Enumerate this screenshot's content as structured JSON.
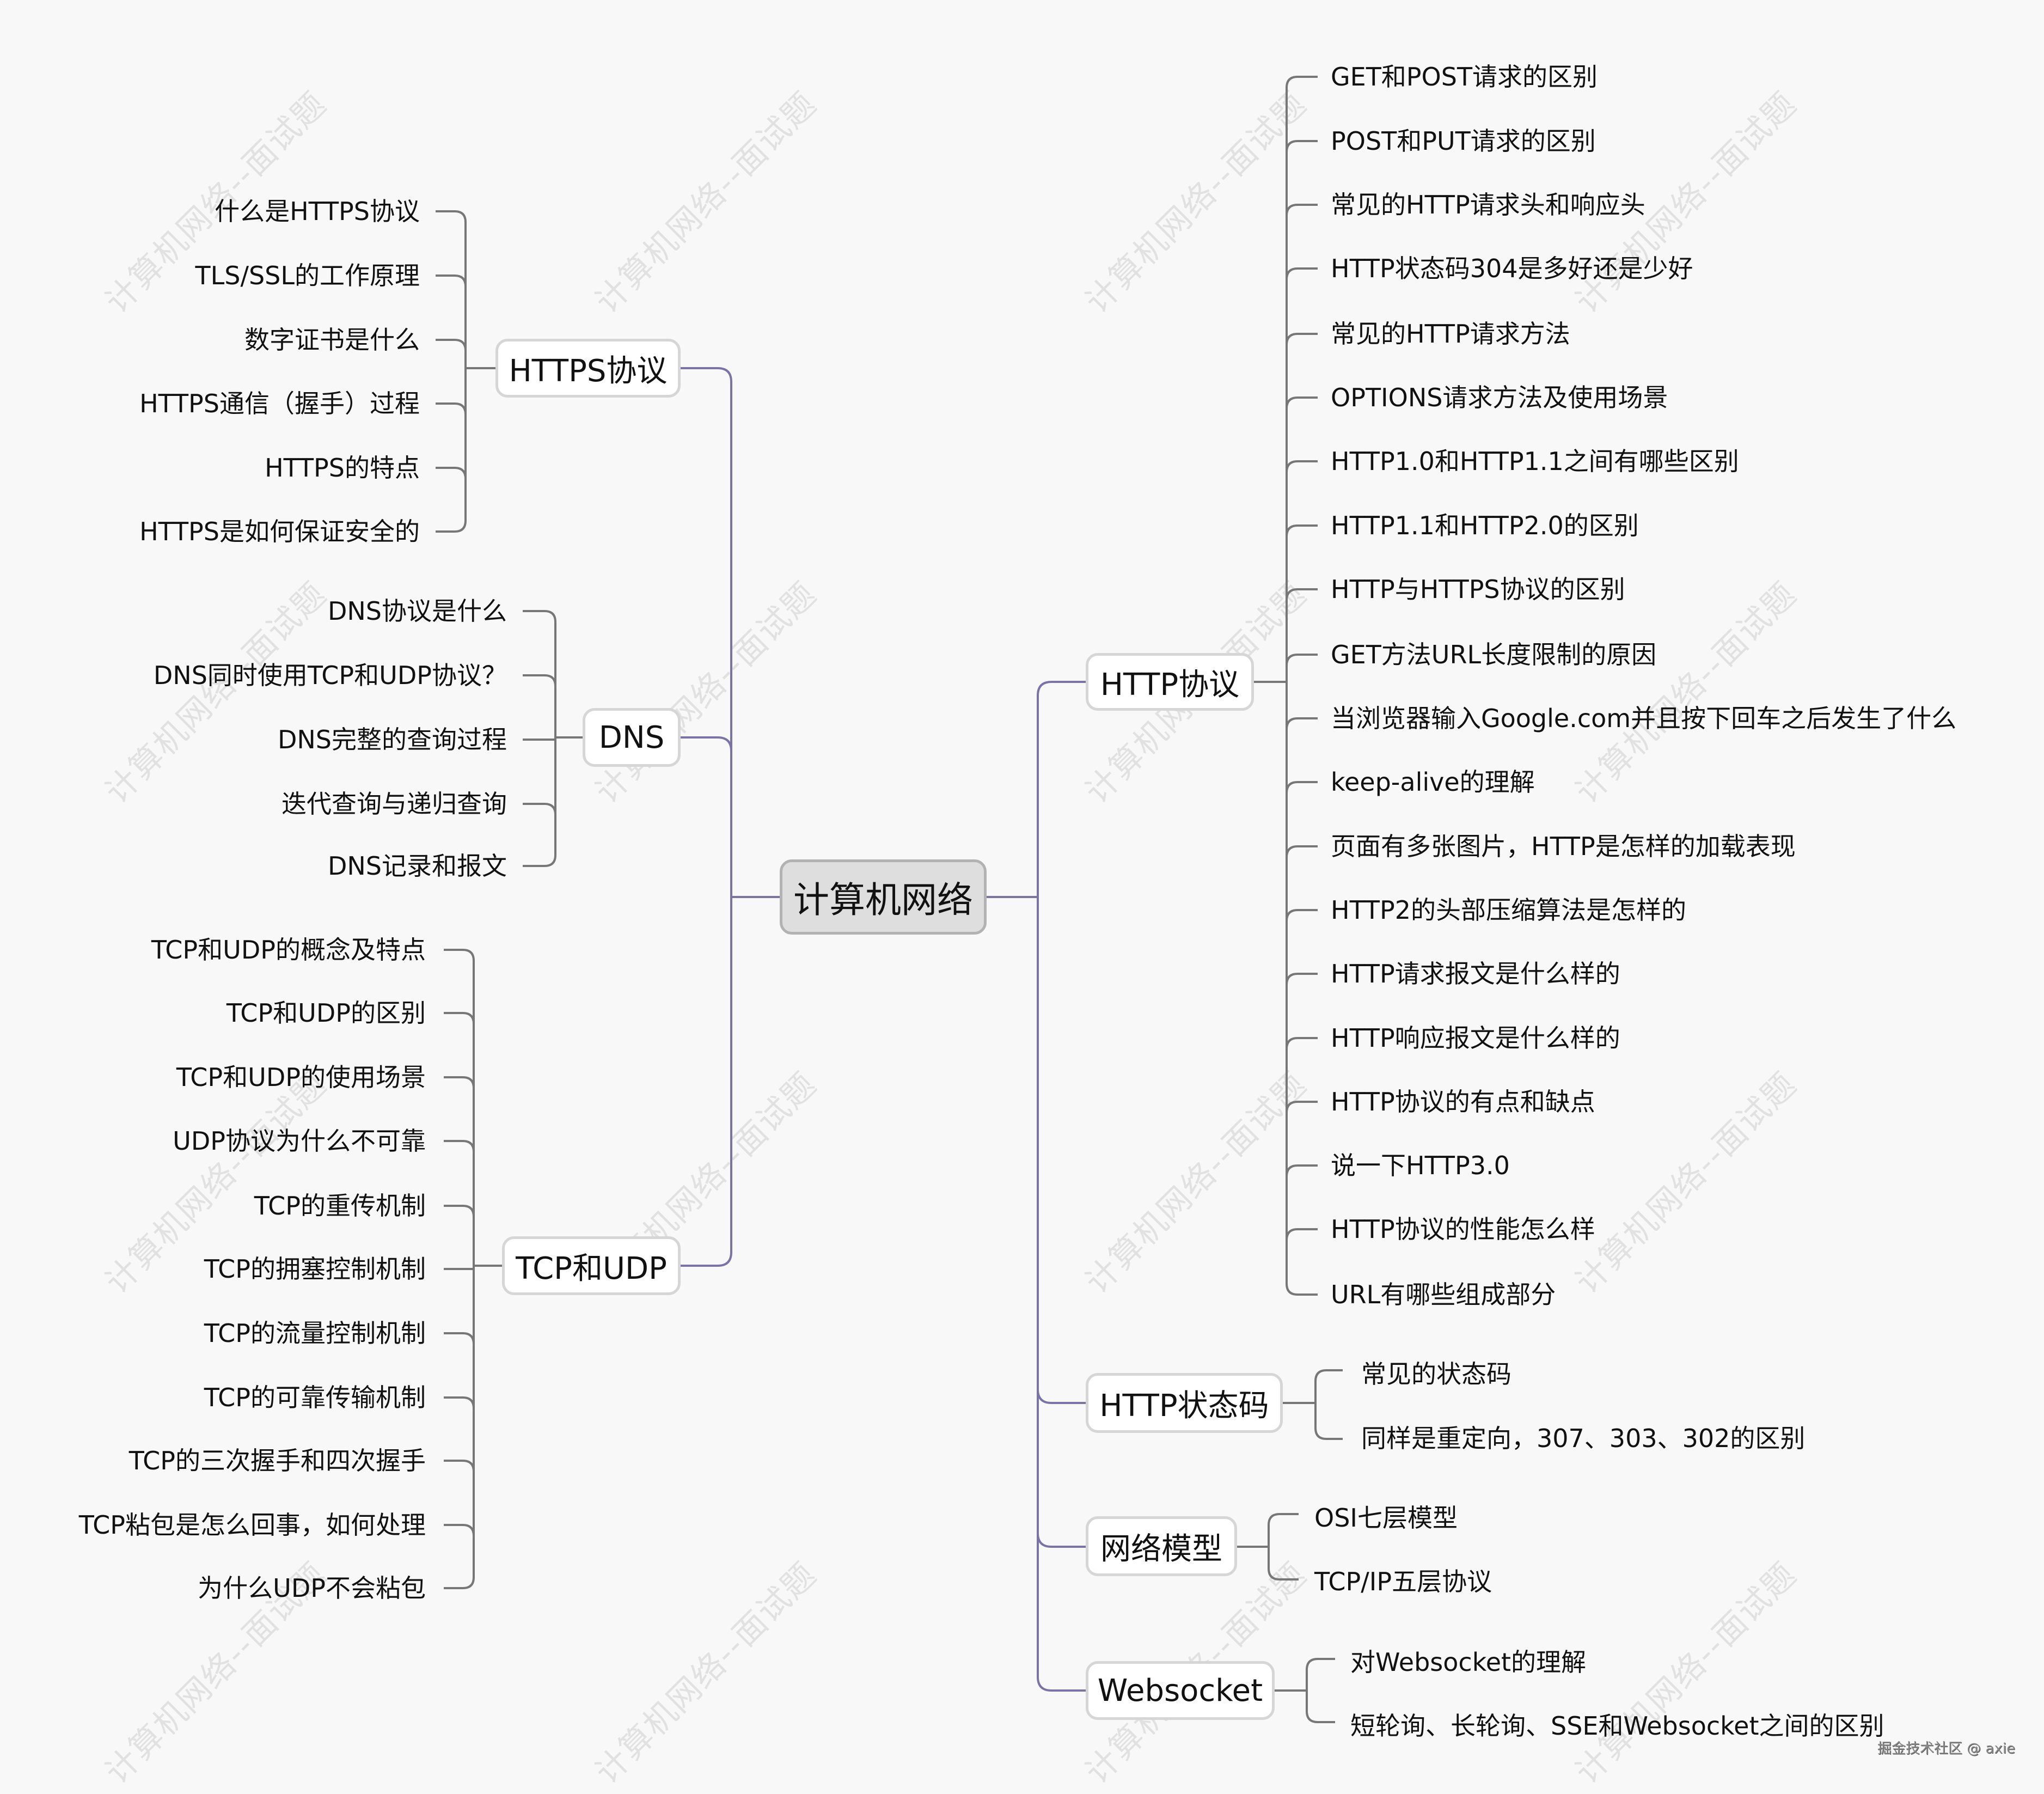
{
  "watermark": "计算机网络--面试题",
  "credit": "掘金技术社区 @ axie",
  "colors": {
    "background": "#f8f8f8",
    "main_connector": "#7a73a8",
    "child_connector": "#777777",
    "root_fill": "#dedede",
    "root_border": "#b2b2b2",
    "node_border": "#d6d6d6"
  },
  "root": {
    "label": "计算机网络"
  },
  "branches": {
    "https": {
      "label": "HTTPS协议",
      "children": [
        "什么是HTTPS协议",
        "TLS/SSL的工作原理",
        "数字证书是什么",
        "HTTPS通信（握手）过程",
        "HTTPS的特点",
        "HTTPS是如何保证安全的"
      ]
    },
    "dns": {
      "label": "DNS",
      "children": [
        "DNS协议是什么",
        "DNS同时使用TCP和UDP协议？",
        "DNS完整的查询过程",
        "迭代查询与递归查询",
        "DNS记录和报文"
      ]
    },
    "tcp": {
      "label": "TCP和UDP",
      "children": [
        "TCP和UDP的概念及特点",
        "TCP和UDP的区别",
        "TCP和UDP的使用场景",
        "UDP协议为什么不可靠",
        "TCP的重传机制",
        "TCP的拥塞控制机制",
        "TCP的流量控制机制",
        "TCP的可靠传输机制",
        "TCP的三次握手和四次握手",
        "TCP粘包是怎么回事，如何处理",
        "为什么UDP不会粘包"
      ]
    },
    "http": {
      "label": "HTTP协议",
      "children": [
        "GET和POST请求的区别",
        "POST和PUT请求的区别",
        "常见的HTTP请求头和响应头",
        "HTTP状态码304是多好还是少好",
        "常见的HTTP请求方法",
        "OPTIONS请求方法及使用场景",
        "HTTP1.0和HTTP1.1之间有哪些区别",
        "HTTP1.1和HTTP2.0的区别",
        "HTTP与HTTPS协议的区别",
        "GET方法URL长度限制的原因",
        "当浏览器输入Google.com并且按下回车之后发生了什么",
        "keep-alive的理解",
        "页面有多张图片，HTTP是怎样的加载表现",
        "HTTP2的头部压缩算法是怎样的",
        "HTTP请求报文是什么样的",
        "HTTP响应报文是什么样的",
        "HTTP协议的有点和缺点",
        "说一下HTTP3.0",
        "HTTP协议的性能怎么样",
        "URL有哪些组成部分"
      ]
    },
    "status": {
      "label": "HTTP状态码",
      "children": [
        "常见的状态码",
        "同样是重定向，307、303、302的区别"
      ]
    },
    "model": {
      "label": "网络模型",
      "children": [
        "OSI七层模型",
        "TCP/IP五层协议"
      ]
    },
    "websocket": {
      "label": "Websocket",
      "children": [
        "对Websocket的理解",
        "短轮询、长轮询、SSE和Websocket之间的区别"
      ]
    }
  }
}
